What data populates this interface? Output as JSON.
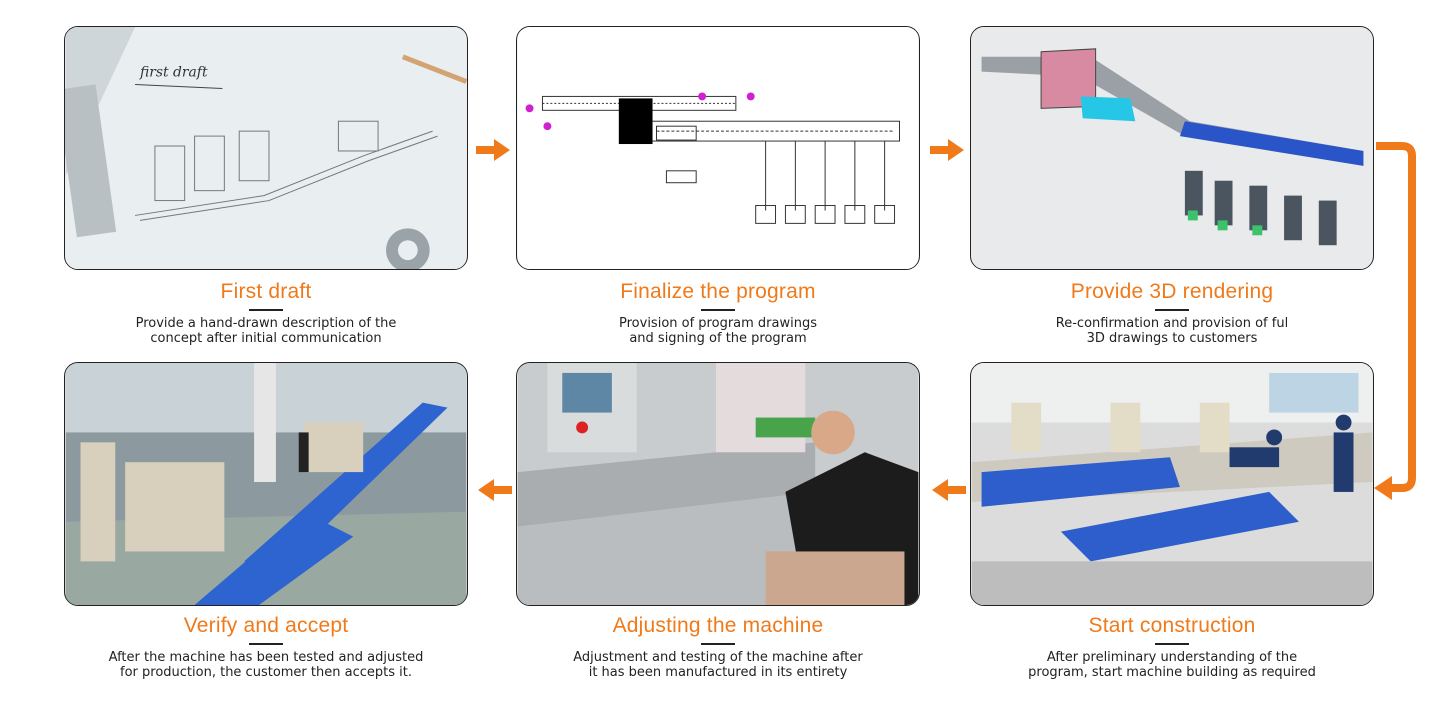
{
  "accent_color": "#f07a1a",
  "steps": [
    {
      "title": "First draft",
      "desc": "Provide a hand-drawn description of the\nconcept after initial communication",
      "image_note": "first draft",
      "image_icon": "sketch-drawing"
    },
    {
      "title": "Finalize the program",
      "desc": "Provision of program drawings\nand signing of the program",
      "image_icon": "cad-drawing"
    },
    {
      "title": "Provide 3D rendering",
      "desc": "Re-confirmation and provision of ful\n3D drawings to customers",
      "image_icon": "3d-rendering"
    },
    {
      "title": "Start construction",
      "desc": "After preliminary understanding of the\nprogram, start machine building as required",
      "image_icon": "factory-photo"
    },
    {
      "title": "Adjusting the machine",
      "desc": "Adjustment and testing of the machine after\nit has been manufactured in its entirety",
      "image_icon": "technician-photo"
    },
    {
      "title": "Verify and accept",
      "desc": "After the machine has been tested and adjusted\nfor production, the customer then accepts it.",
      "image_icon": "production-line-photo"
    }
  ]
}
